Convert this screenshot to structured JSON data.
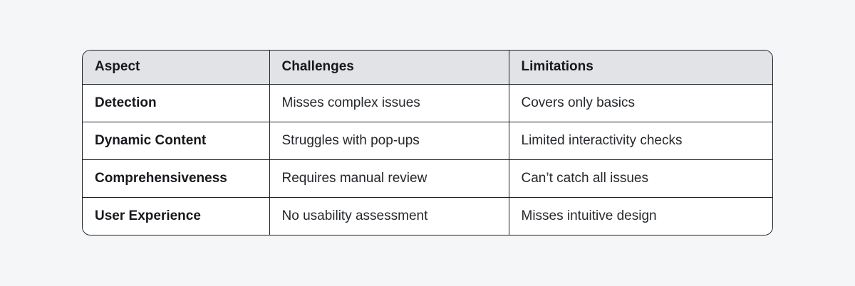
{
  "table": {
    "headers": [
      "Aspect",
      "Challenges",
      "Limitations"
    ],
    "rows": [
      [
        "Detection",
        "Misses complex issues",
        "Covers only basics"
      ],
      [
        "Dynamic Content",
        "Struggles with pop-ups",
        "Limited interactivity checks"
      ],
      [
        "Comprehensiveness",
        "Requires manual review",
        "Can’t catch all issues"
      ],
      [
        "User Experience",
        "No usability assessment",
        "Misses intuitive design"
      ]
    ]
  },
  "colors": {
    "page_background": "#f5f6f8",
    "table_background": "#ffffff",
    "header_background": "#e1e3e7",
    "border": "#1c1f23",
    "heading_text": "#16181c",
    "body_text": "#25282c"
  }
}
